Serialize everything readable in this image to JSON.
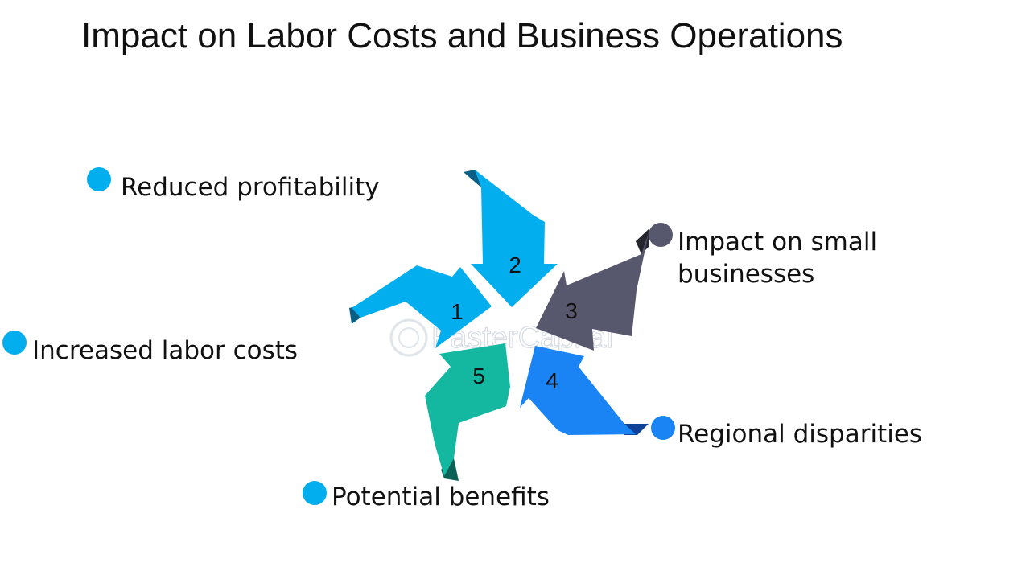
{
  "title": "Impact on Labor Costs and Business Operations",
  "watermark": "FasterCapital",
  "items": [
    {
      "number": "1",
      "label": "Increased labor costs",
      "color": "#03aeef",
      "edge": "#0b5f84"
    },
    {
      "number": "2",
      "label": "Reduced profitability",
      "color": "#03aeef",
      "edge": "#0b5f84"
    },
    {
      "number": "3",
      "label": "Impact on small businesses",
      "color": "#57576e",
      "edge": "#26262f"
    },
    {
      "number": "4",
      "label": "Regional disparities",
      "color": "#1a84f5",
      "edge": "#0d4296"
    },
    {
      "number": "5",
      "label": "Potential benefits",
      "color": "#14b8a1",
      "edge": "#0c6156"
    }
  ]
}
